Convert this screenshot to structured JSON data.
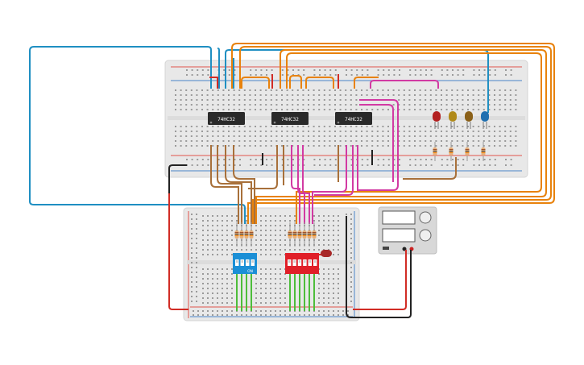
{
  "chips": [
    {
      "label": "74HC32"
    },
    {
      "label": "74HC32"
    },
    {
      "label": "74HC32"
    }
  ],
  "dip_blue_label": "ON",
  "colors": {
    "board": "#e9e9e9",
    "board_edge": "#d2d2d2",
    "rail_red": "#e0554d",
    "rail_blue": "#4a83c8",
    "chip": "#2a2a2a",
    "wire_blue": "#1f8fc2",
    "wire_orange": "#e8820c",
    "wire_brown": "#a8703a",
    "wire_magenta": "#d23aa3",
    "wire_red": "#d12c25",
    "wire_black": "#222222",
    "wire_green": "#4dbd3a",
    "dip_blue": "#1b8fd6",
    "dip_red": "#e01f28",
    "psu": "#d9d9d9"
  },
  "leds": [
    "red",
    "yellow",
    "brown",
    "blue"
  ],
  "components": {
    "main_breadboard": "main-breadboard",
    "input_breadboard": "input-breadboard",
    "power_supply": "power-supply"
  }
}
